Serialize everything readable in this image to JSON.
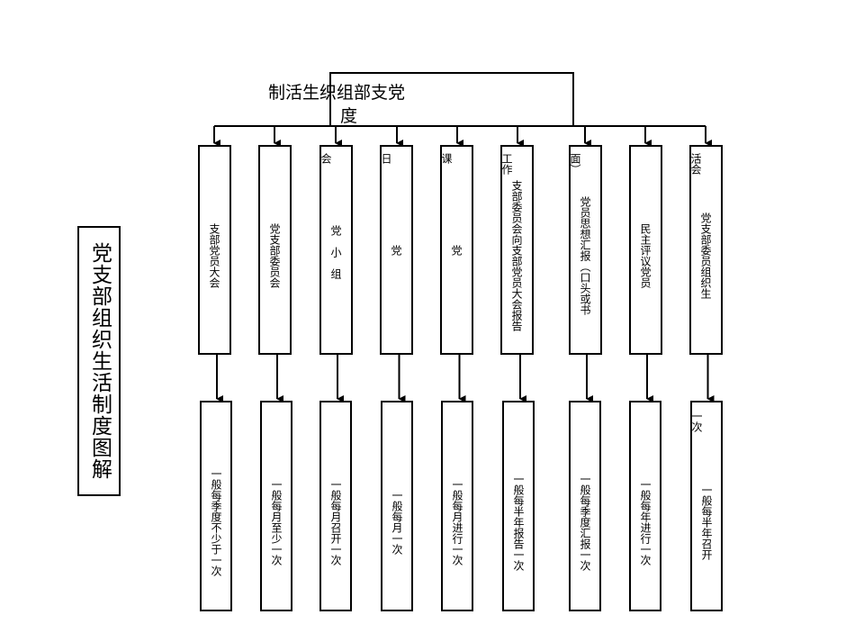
{
  "title": "党支部组织生活制度图解",
  "root": {
    "line1": "制活生织组部支党",
    "line2": "度"
  },
  "items": [
    {
      "name": "支部党员大会",
      "top": "",
      "freq": "一般每季度不少于一次",
      "freq_top": ""
    },
    {
      "name": "党支部委员会",
      "top": "",
      "freq": "一般每月至少一次",
      "freq_top": ""
    },
    {
      "name": "党小组",
      "top": "会",
      "freq": "一般每月召开一次",
      "freq_top": ""
    },
    {
      "name": "党",
      "top": "日",
      "freq": "一般每月一次",
      "freq_top": ""
    },
    {
      "name": "党",
      "top": "课",
      "freq": "一般每月进行一次",
      "freq_top": ""
    },
    {
      "name": "支部委员会向支部党员大会报告",
      "top": "工作",
      "freq": "一般每半年报告一次",
      "freq_top": ""
    },
    {
      "name": "党员思想汇报（口头或书",
      "top": "面）",
      "freq": "一般每季度汇报一次",
      "freq_top": ""
    },
    {
      "name": "民主评议党员",
      "top": "",
      "freq": "一般每年进行一次",
      "freq_top": ""
    },
    {
      "name": "党支部委员组织生",
      "top": "活会",
      "freq": "一般每半年召开",
      "freq_top": "一次"
    }
  ]
}
